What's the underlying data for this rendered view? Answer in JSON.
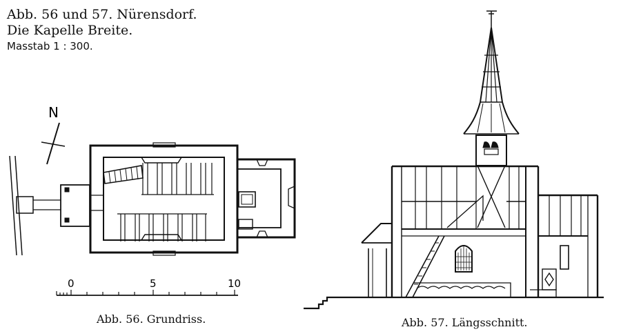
{
  "header": {
    "title_line1": "Abb. 56 und 57. Nürensdorf.",
    "title_line2": "Die Kapelle Breite.",
    "scale_text": "Masstab 1 : 300."
  },
  "plan": {
    "north_label": "N",
    "scale_labels": [
      "0",
      "5",
      "10"
    ],
    "caption": "Abb. 56. Grundriss."
  },
  "section": {
    "caption": "Abb. 57. Längsschnitt."
  }
}
